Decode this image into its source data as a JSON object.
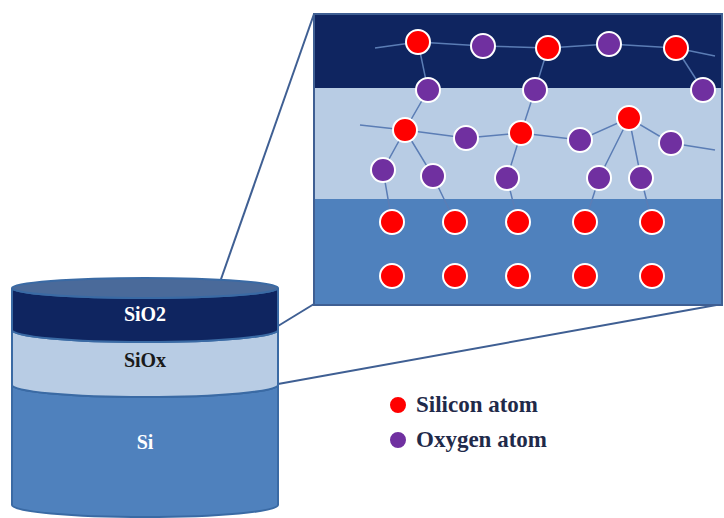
{
  "diagram": {
    "nodes": [
      {
        "text": [
          "SiO2"
        ]
      },
      {
        "text": [
          "SiOx"
        ]
      },
      {
        "text": [
          "Si"
        ]
      }
    ],
    "legend": [
      {
        "text": "Silicon atom",
        "color": "#ff0000"
      },
      {
        "text": "Oxygen atom",
        "color": "#7030a0"
      }
    ]
  }
}
